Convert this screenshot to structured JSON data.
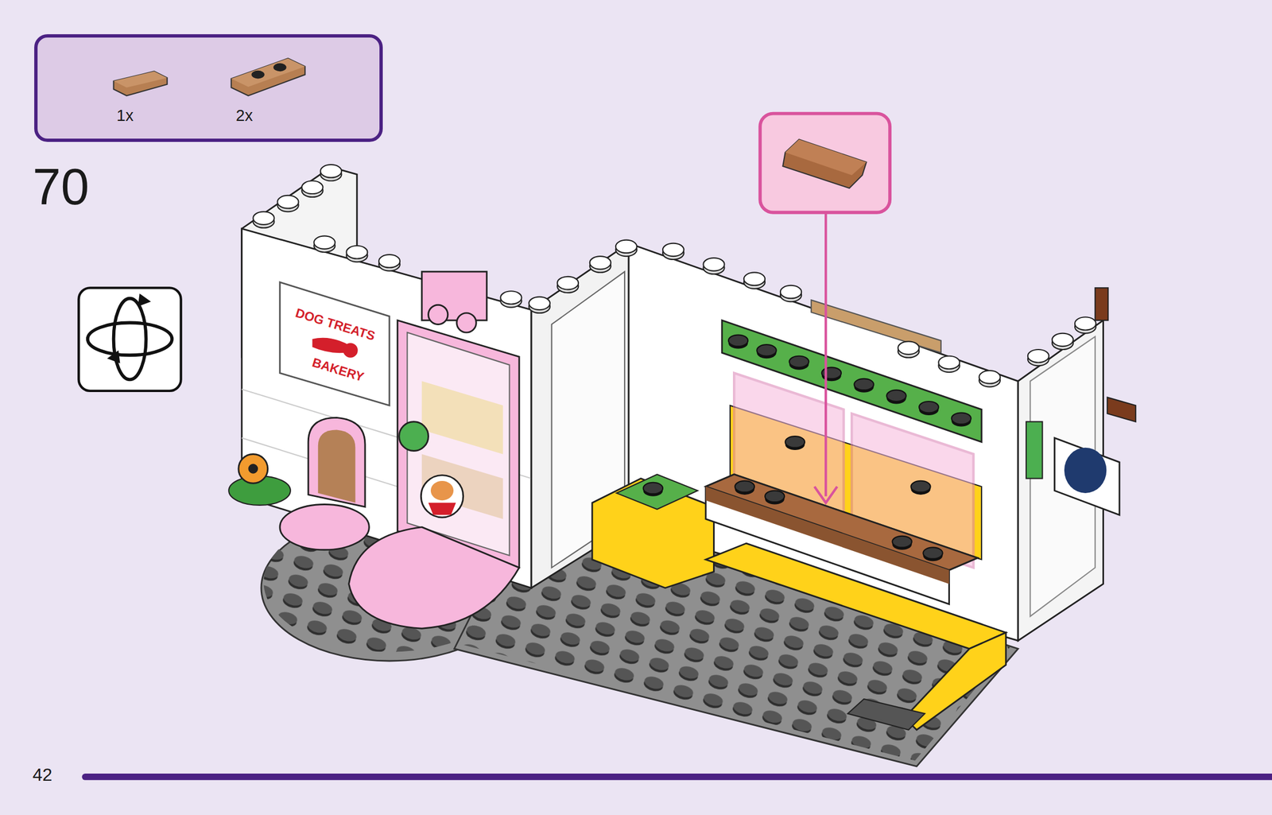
{
  "diagram": {
    "nodes": [
      {
        "text": [
          "1x",
          "2x"
        ]
      }
    ],
    "labels": [
      "70",
      "DOG TREATS",
      "BAKERY",
      "42"
    ]
  }
}
